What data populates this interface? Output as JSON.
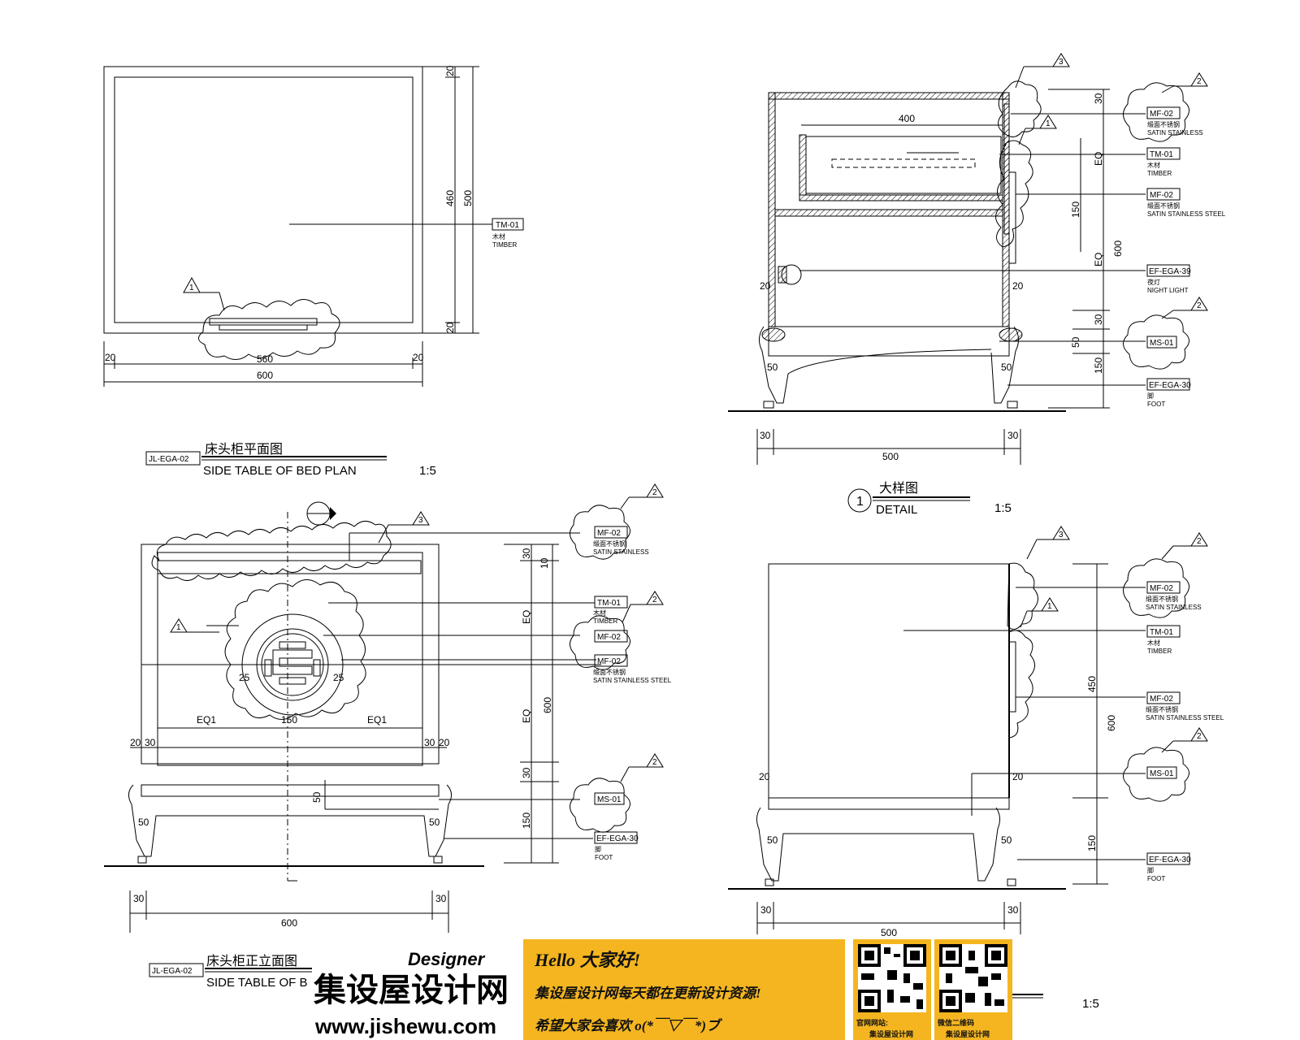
{
  "plan": {
    "code": "JL-EGA-02",
    "title_cn": "床头柜平面图",
    "title_en": "SIDE TABLE OF BED PLAN",
    "scale": "1:5",
    "dims": {
      "top": "20",
      "mid": "460",
      "total_v": "500",
      "bottom": "20",
      "left": "20",
      "inner": "560",
      "right": "20",
      "total_h": "600"
    },
    "tag": "TM-01",
    "tag_cn": "木材",
    "tag_en": "TIMBER",
    "callout": "1"
  },
  "detail": {
    "marker": "1",
    "title_cn": "大样图",
    "title_en": "DETAIL",
    "scale": "1:5",
    "dims": {
      "w400": "400",
      "v30a": "30",
      "eq1": "EQ",
      "v150": "150",
      "eq2": "EQ",
      "v600": "600",
      "v30b": "30",
      "v50": "50",
      "v150b": "150",
      "l20": "20",
      "r20": "20",
      "l50": "50",
      "r50": "50",
      "b30l": "30",
      "b30r": "30",
      "b500": "500"
    },
    "callouts": [
      "3",
      "1",
      "2",
      "2"
    ],
    "tags": [
      {
        "code": "MF-02",
        "cn": "缎面不锈钢",
        "en": "SATIN STAINLESS"
      },
      {
        "code": "TM-01",
        "cn": "木材",
        "en": "TIMBER"
      },
      {
        "code": "MF-02",
        "cn": "缎面不锈钢",
        "en": "SATIN   STAINLESS STEEL"
      },
      {
        "code": "EF-EGA-39",
        "cn": "夜灯",
        "en": "NIGHT LIGHT"
      },
      {
        "code": "MS-01",
        "cn": "",
        "en": ""
      },
      {
        "code": "EF-EGA-30",
        "cn": "脚",
        "en": "FOOT"
      }
    ]
  },
  "front": {
    "code": "JL-EGA-02",
    "title_cn": "床头柜正立面图",
    "title_en": "SIDE TABLE OF B",
    "dims": {
      "v30": "30",
      "v10": "10",
      "eq1": "EQ",
      "eq2": "EQ",
      "v600": "600",
      "v30b": "30",
      "v150": "150",
      "v50": "50",
      "c25l": "25",
      "c25r": "25",
      "eq1l": "EQ1",
      "c150": "150",
      "eq1r": "EQ1",
      "l20": "20",
      "l30": "30",
      "r30": "30",
      "r20": "20",
      "l50": "50",
      "r50": "50",
      "b30l": "30",
      "b30r": "30",
      "b600": "600"
    },
    "callouts": [
      "2",
      "3",
      "1",
      "2",
      "2"
    ],
    "tags": [
      {
        "code": "MF-02",
        "cn": "缎面不锈钢",
        "en": "SATIN STAINLESS"
      },
      {
        "code": "TM-01",
        "cn": "木材",
        "en": "TIMBER"
      },
      {
        "code": "MF-02",
        "cn": "",
        "en": ""
      },
      {
        "code": "MF-02",
        "cn": "缎面不锈钢",
        "en": "SATIN   STAINLESS STEEL"
      },
      {
        "code": "MS-01",
        "cn": "",
        "en": ""
      },
      {
        "code": "EF-EGA-30",
        "cn": "脚",
        "en": "FOOT"
      }
    ]
  },
  "side": {
    "scale": "1:5",
    "dims": {
      "v450": "450",
      "v600": "600",
      "v150": "150",
      "l20": "20",
      "r20": "20",
      "l50": "50",
      "r50": "50",
      "b30l": "30",
      "b30r": "30",
      "b500": "500"
    },
    "callouts": [
      "3",
      "1",
      "2",
      "2"
    ],
    "tags": [
      {
        "code": "MF-02",
        "cn": "缎面不锈钢",
        "en": "SATIN STAINLESS"
      },
      {
        "code": "TM-01",
        "cn": "木材",
        "en": "TIMBER"
      },
      {
        "code": "MF-02",
        "cn": "缎面不锈钢",
        "en": "SATIN   STAINLESS STEEL"
      },
      {
        "code": "MS-01",
        "cn": "",
        "en": ""
      },
      {
        "code": "EF-EGA-30",
        "cn": "脚",
        "en": "FOOT"
      }
    ]
  },
  "watermark": {
    "designer": "Designer",
    "brand": "集设屋设计网",
    "url": "www.jishewu.com",
    "hello": "Hello  大家好!",
    "line2": "集设屋设计网每天都在更新设计资源!",
    "line3": "希望大家会喜欢 o(*￣▽￣*)ブ",
    "qr1_label": "官网网站:",
    "qr1_name": "集设屋设计网",
    "qr2_label": "微信二维码",
    "qr2_name": "集设屋设计网"
  }
}
